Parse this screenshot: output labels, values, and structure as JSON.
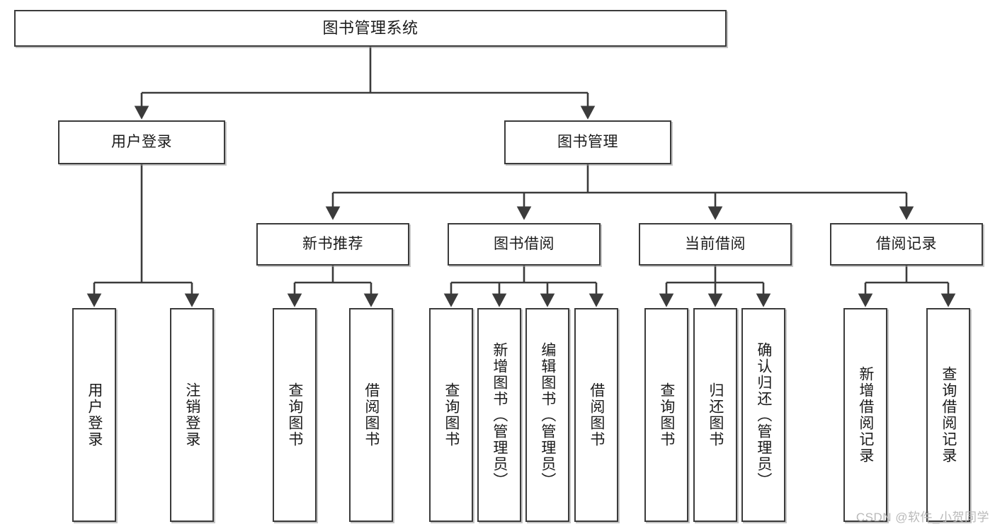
{
  "diagram": {
    "title": "图书管理系统",
    "root": {
      "label": "图书管理系统"
    },
    "level2": [
      {
        "label": "用户登录"
      },
      {
        "label": "图书管理"
      }
    ],
    "level3": [
      {
        "label": "新书推荐"
      },
      {
        "label": "图书借阅"
      },
      {
        "label": "当前借阅"
      },
      {
        "label": "借阅记录"
      }
    ],
    "leaves": [
      {
        "label": "用户登录"
      },
      {
        "label": "注销登录"
      },
      {
        "label": "查询图书"
      },
      {
        "label": "借阅图书"
      },
      {
        "label": "查询图书"
      },
      {
        "label": "新增图书（管理员）"
      },
      {
        "label": "编辑图书（管理员）"
      },
      {
        "label": "借阅图书"
      },
      {
        "label": "查询图书"
      },
      {
        "label": "归还图书"
      },
      {
        "label": "确认归还（管理员）"
      },
      {
        "label": "新增借阅记录"
      },
      {
        "label": "查询借阅记录"
      }
    ]
  },
  "watermark": {
    "text": "CSDN @软件_小贺同学"
  },
  "colors": {
    "stroke": "#3b3b3b",
    "text": "#1b1b1b",
    "background": "#ffffff",
    "watermark": "#b9b9b9"
  }
}
